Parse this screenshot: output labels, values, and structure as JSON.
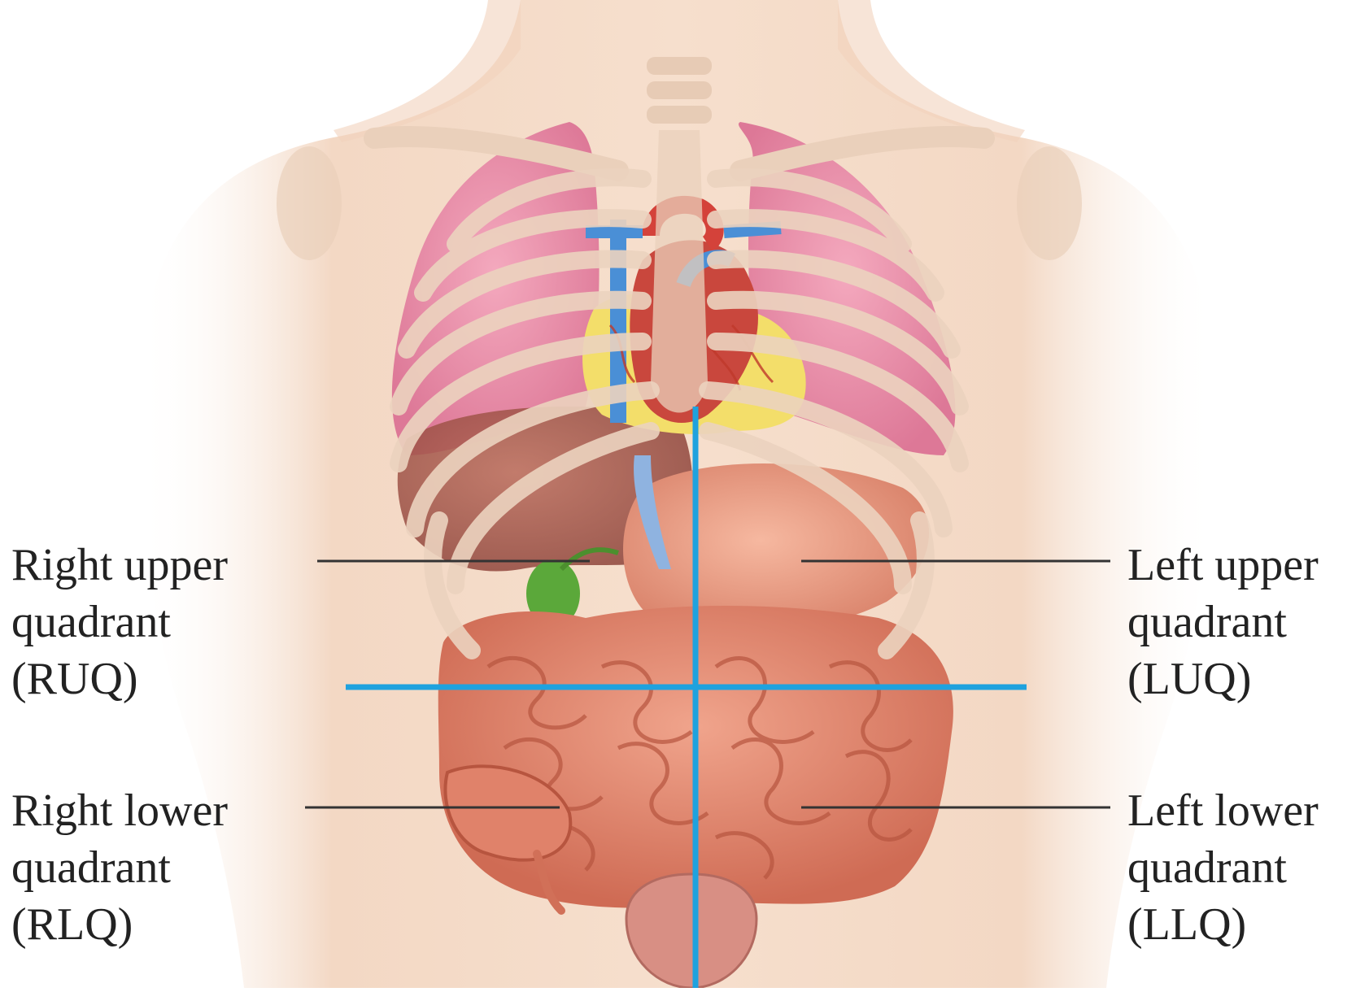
{
  "labels": {
    "ruq": {
      "line1": "Right upper",
      "line2": "quadrant",
      "line3": "(RUQ)"
    },
    "rlq": {
      "line1": "Right lower",
      "line2": "quadrant",
      "line3": "(RLQ)"
    },
    "luq": {
      "line1": "Left upper",
      "line2": "quadrant",
      "line3": "(LUQ)"
    },
    "llq": {
      "line1": "Left lower",
      "line2": "quadrant",
      "line3": "(LLQ)"
    }
  },
  "colors": {
    "background": "#ffffff",
    "skin": "#f1d3bd",
    "rib": "#ead0bb",
    "lung": "#e88ea8",
    "heart": "#c9473d",
    "fat": "#f3de6a",
    "vein": "#4a8fd6",
    "liver": "#a5574a",
    "stomach": "#e69a80",
    "intestine": "#e0826a",
    "gallbladder": "#5ba83a",
    "bladder": "#d88f84",
    "quadrant_line": "#1fa2de",
    "leader_line": "#333333",
    "text": "#222222"
  }
}
